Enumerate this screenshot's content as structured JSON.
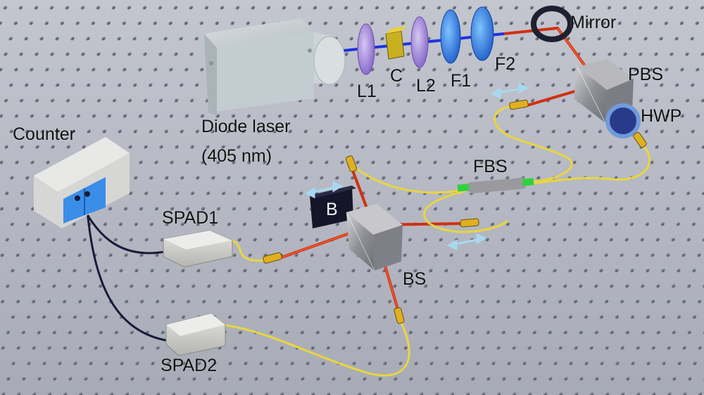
{
  "labels": {
    "mirror": "Mirror",
    "pbs": "PBS",
    "hwp": "HWP",
    "f2": "F2",
    "f1": "F1",
    "l2": "L2",
    "c": "C",
    "l1": "L1",
    "diode_laser": "Diode laser",
    "wavelength": "(405 nm)",
    "counter": "Counter",
    "fbs": "FBS",
    "b": "B",
    "spad1": "SPAD1",
    "bs": "BS",
    "spad2": "SPAD2"
  },
  "colors": {
    "table": "#b9bcc6",
    "table_hole": "#6e7180",
    "blue_beam": "#2030e0",
    "red_beam": "#d03010",
    "fiber": "#e8d640",
    "cable": "#1a1a3a",
    "counter_screen": "#3a8ee8",
    "lens": "#9b7fd6",
    "filter": "#2f7fe0",
    "arrow": "#a8d8f0",
    "connector": "#e0b020"
  },
  "icons": [
    "optical-table",
    "diode-laser",
    "lens",
    "crystal",
    "filter",
    "mirror",
    "beam-splitter-cube",
    "waveplate",
    "fiber-beam-splitter",
    "beam-block",
    "photon-detector",
    "counter-box",
    "fiber-connector",
    "translation-arrow"
  ]
}
